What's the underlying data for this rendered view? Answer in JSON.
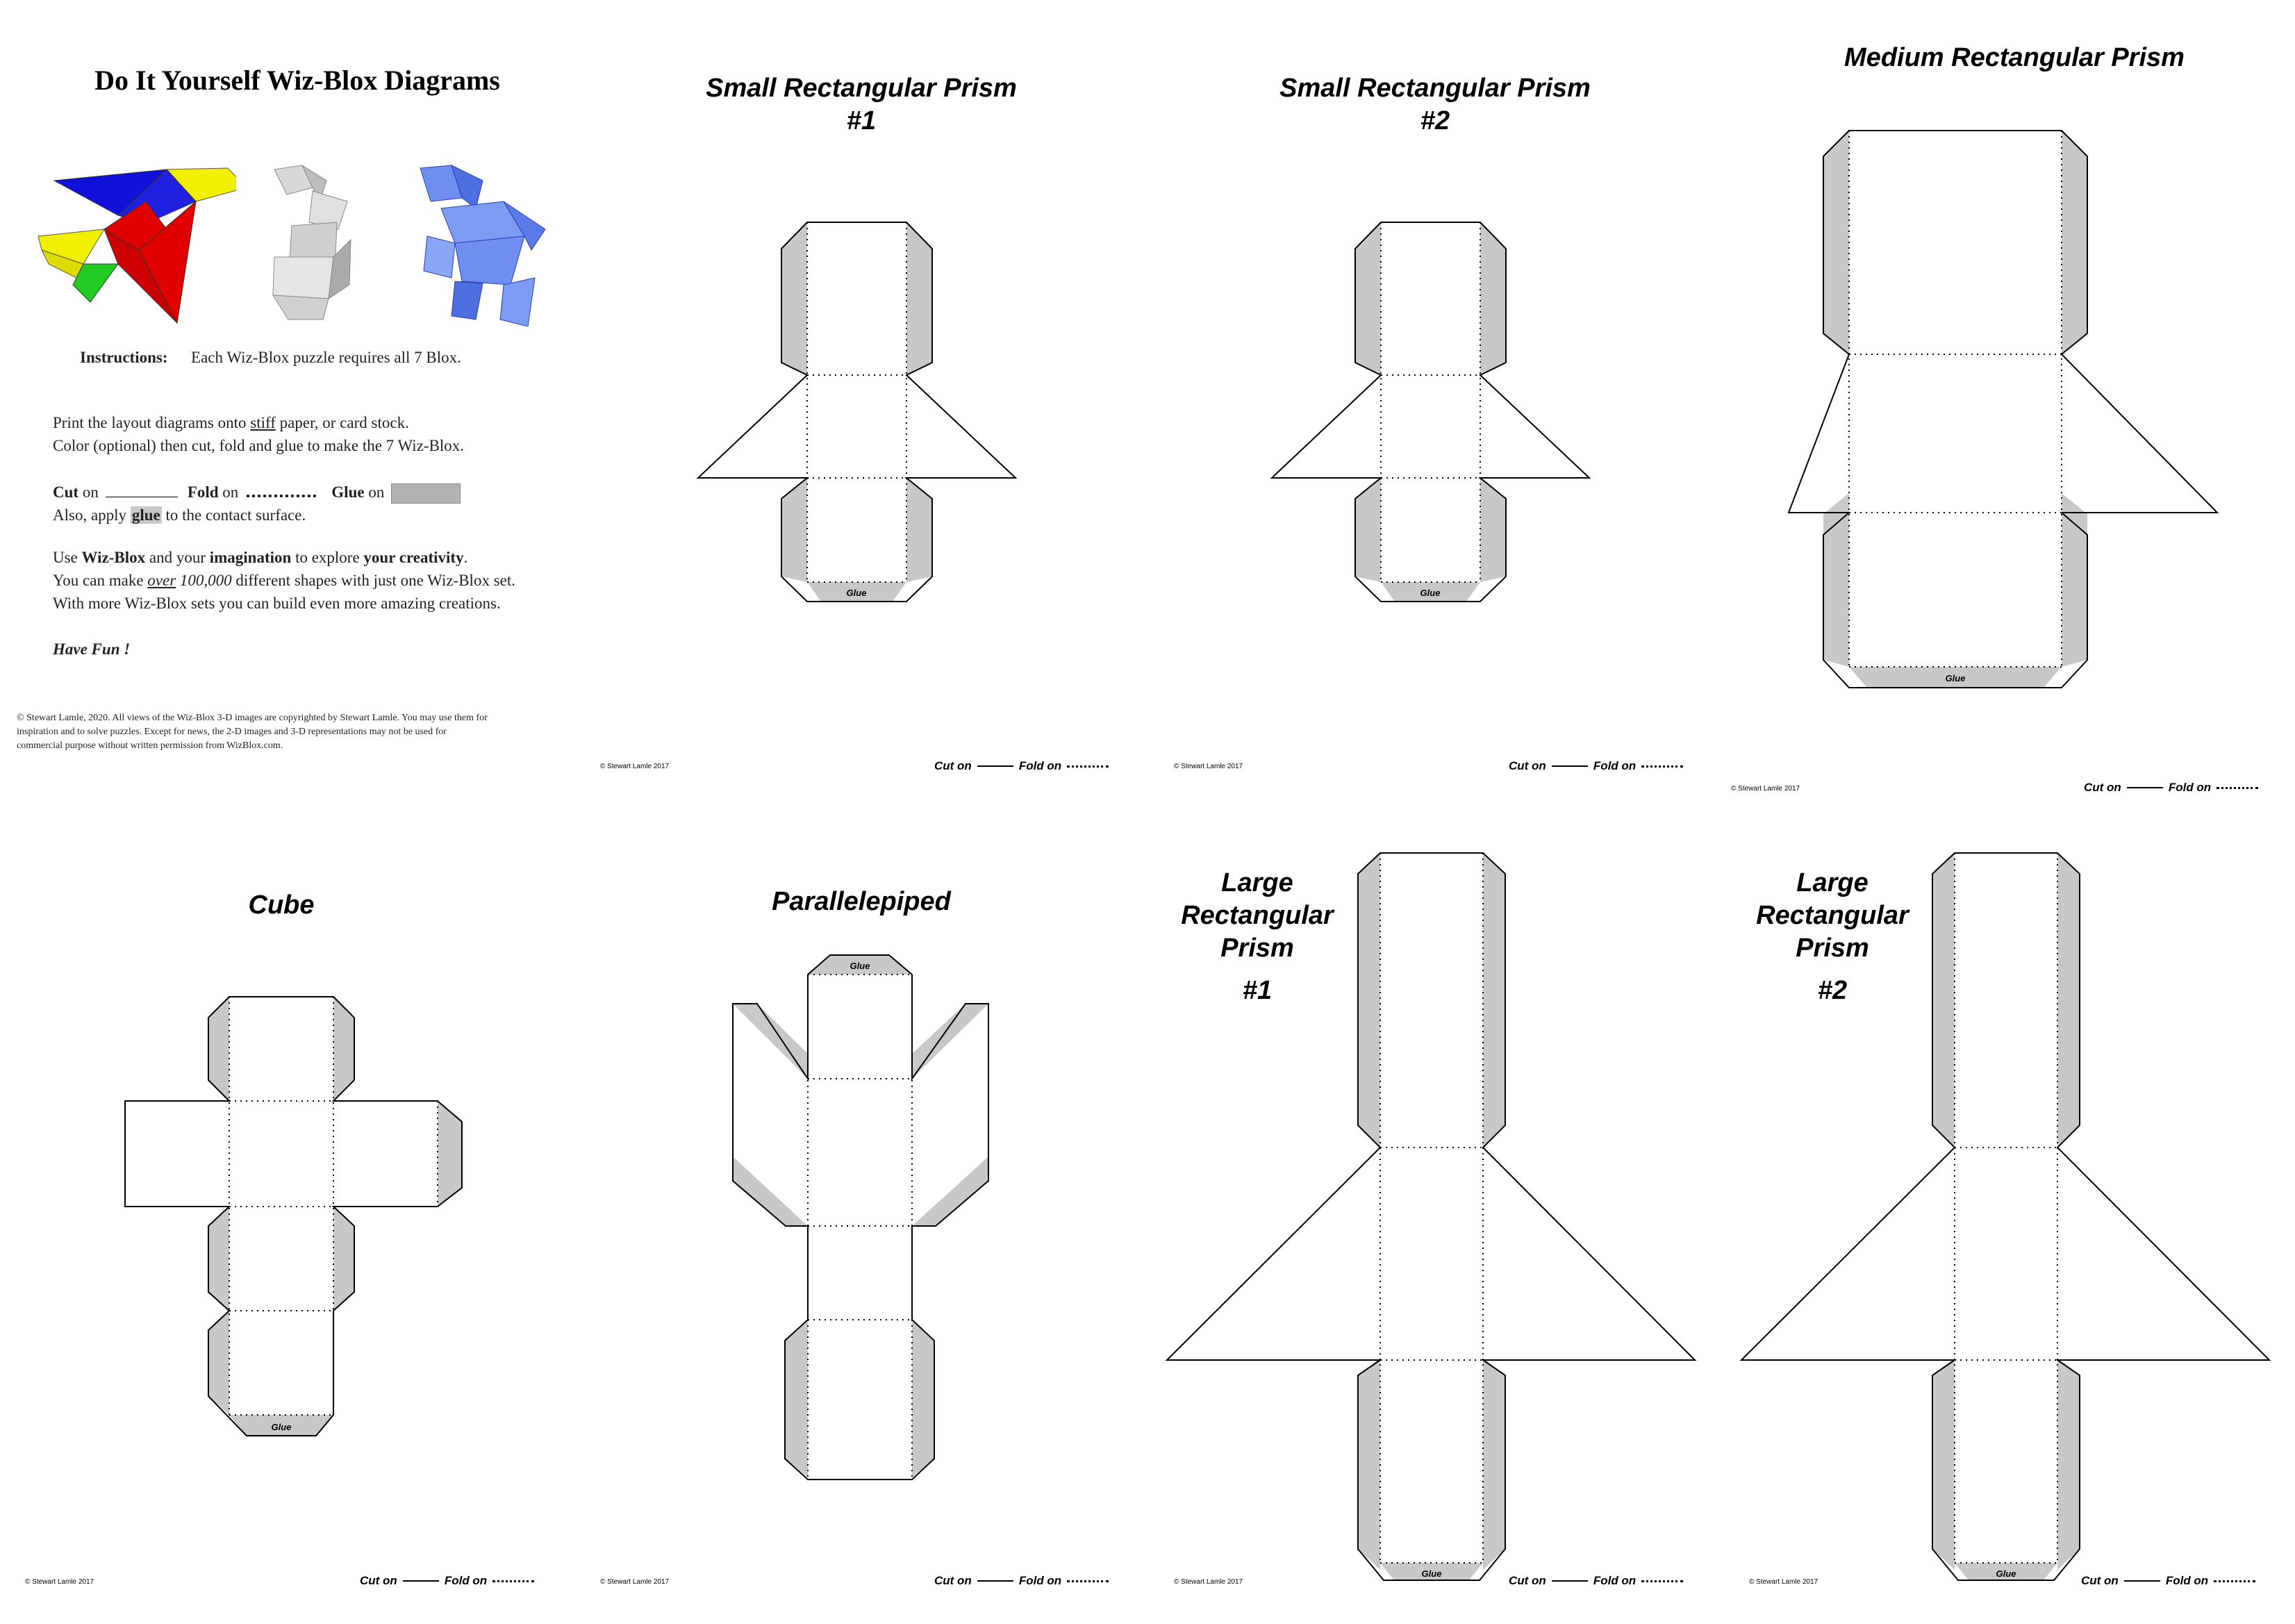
{
  "intro": {
    "title": "Do It Yourself Wiz-Blox Diagrams",
    "instructions_label": "Instructions:",
    "instructions_text": "Each Wiz-Blox puzzle requires all 7 Blox.",
    "print_line_1_pre": "Print the layout diagrams onto ",
    "print_line_1_em": "stiff",
    "print_line_1_post": " paper, or card stock.",
    "print_line_2": "Color (optional) then cut, fold and glue to make the 7 Wiz-Blox.",
    "legend_cut": "Cut",
    "legend_fold": "Fold",
    "legend_glue": "Glue",
    "legend_on": "on",
    "apply_pre": "Also, apply ",
    "apply_glue": "glue",
    "apply_post": " to the contact surface.",
    "use_1": "Use ",
    "use_brand": "Wiz-Blox",
    "use_2": " and your ",
    "use_imagination": "imagination",
    "use_3": " to explore ",
    "use_creativity": "your creativity",
    "use_4": ".",
    "make_pre": "You can make ",
    "make_over": "over",
    "make_num": " 100,000",
    "make_post": " different shapes with just one Wiz-Blox set.",
    "more_sets": "With more Wiz-Blox sets you can build even more amazing creations.",
    "have_fun": "Have Fun !",
    "copyright_lines": [
      "© Stewart Lamle, 2020. All views of the Wiz-Blox 3-D images are copyrighted by Stewart Lamle.  You may use them for",
      "inspiration and to solve puzzles. Except for news, the 2-D images and 3-D representations may not be used for",
      "commercial purpose without written permission from WizBlox.com."
    ]
  },
  "panels": {
    "small1": {
      "title_1": "Small Rectangular Prism",
      "title_2": "#1"
    },
    "small2": {
      "title_1": "Small Rectangular Prism",
      "title_2": "#2"
    },
    "medium": {
      "title_1": "Medium Rectangular Prism"
    },
    "cube": {
      "title_1": "Cube"
    },
    "parallelepiped": {
      "title_1": "Parallelepiped"
    },
    "large1": {
      "title_1": "Large",
      "title_2": "Rectangular",
      "title_3": "Prism",
      "title_4": "#1"
    },
    "large2": {
      "title_1": "Large",
      "title_2": "Rectangular",
      "title_3": "Prism",
      "title_4": "#2"
    }
  },
  "footer": {
    "copyright_small": "© Stewart Lamle 2017",
    "cut_on": "Cut on",
    "fold_on": "Fold on"
  },
  "glue_tab_label": "Glue",
  "colors": {
    "glue_gray": "#c8c8c8",
    "blue": "#1010d8",
    "red": "#e00000",
    "yellow": "#f0f000",
    "green": "#22cc22",
    "light_blue": "#6f8ff0"
  }
}
